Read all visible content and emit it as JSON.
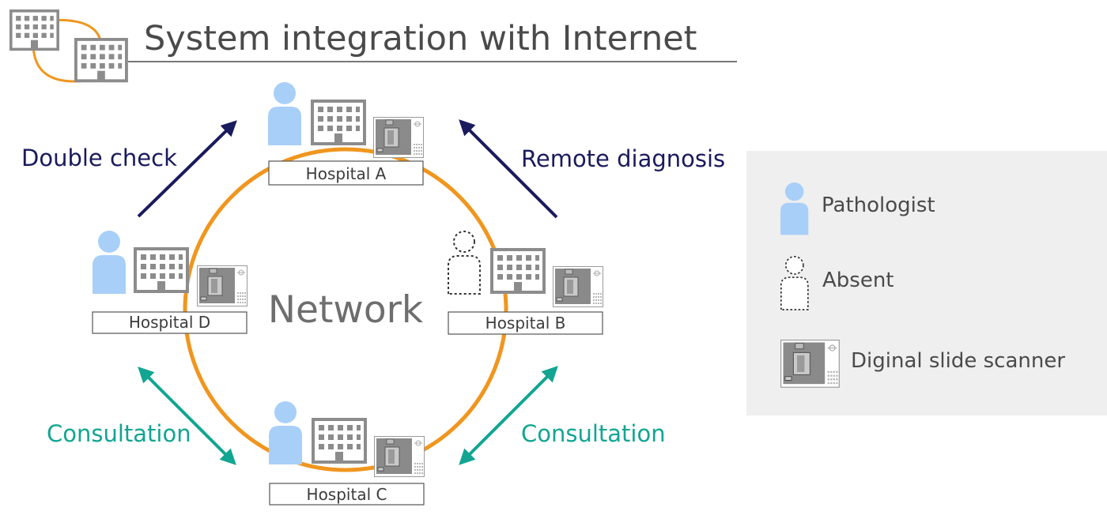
{
  "title": "System integration with Internet",
  "network_label": "Network",
  "hospitals": {
    "a": "Hospital  A",
    "b": "Hospital  B",
    "c": "Hospital  C",
    "d": "Hospital  D"
  },
  "flows": {
    "double_check": "Double check",
    "remote_diagnosis": "Remote diagnosis",
    "consultation_left": "Consultation",
    "consultation_right": "Consultation"
  },
  "legend": {
    "pathologist": "Pathologist",
    "absent": "Absent",
    "scanner": "Diginal slide scanner"
  },
  "colors": {
    "ring": "#f0961e",
    "pathologist": "#a8cff8",
    "building": "#8c8c8c",
    "arrow_dark": "#1a1a5e",
    "arrow_teal": "#12a592",
    "legend_bg": "#efefef"
  }
}
